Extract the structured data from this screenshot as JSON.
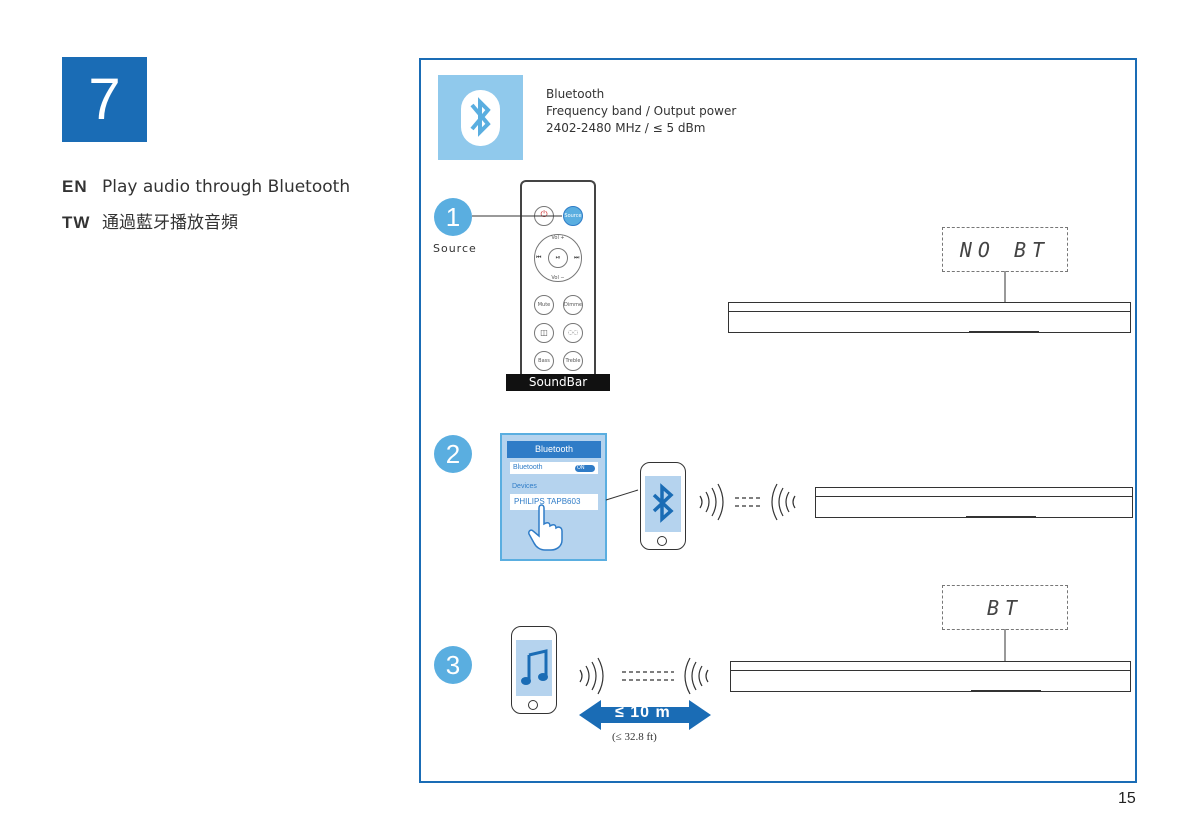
{
  "step": {
    "number": "7"
  },
  "title": {
    "en_code": "EN",
    "en_text": "Play audio through Bluetooth",
    "tw_code": "TW",
    "tw_text": "通過藍牙播放音頻"
  },
  "spec": {
    "line1": "Bluetooth",
    "line2": "Frequency band / Output power",
    "line3": "2402-2480 MHz / ≤ 5 dBm"
  },
  "step1": {
    "number": "1",
    "label": "Source",
    "remote": {
      "source_btn": "Source",
      "vol_up": "Vol +",
      "vol_down": "Vol −",
      "mute": "Mute",
      "dimmer": "Dimmer",
      "bass": "Bass",
      "treble": "Treble",
      "footer": "SoundBar"
    },
    "display": "NO BT"
  },
  "step2": {
    "number": "2",
    "panel_header": "Bluetooth",
    "panel_row": "Bluetooth",
    "toggle": "ON",
    "devices_label": "Devices",
    "device_name": "PHILIPS TAPB603"
  },
  "step3": {
    "number": "3",
    "display": "BT",
    "distance": "≤ 10 m",
    "distance_ft": "(≤ 32.8 ft)"
  },
  "page_number": "15",
  "colors": {
    "brand_blue": "#1a6cb5",
    "light_blue": "#90c9ec",
    "circle_blue": "#5aaee0"
  },
  "icons": [
    "bluetooth-icon",
    "remote-control",
    "soundbar",
    "smartphone",
    "music-note-icon",
    "hand-pointer-icon",
    "signal-waves-icon",
    "double-arrow-icon"
  ]
}
